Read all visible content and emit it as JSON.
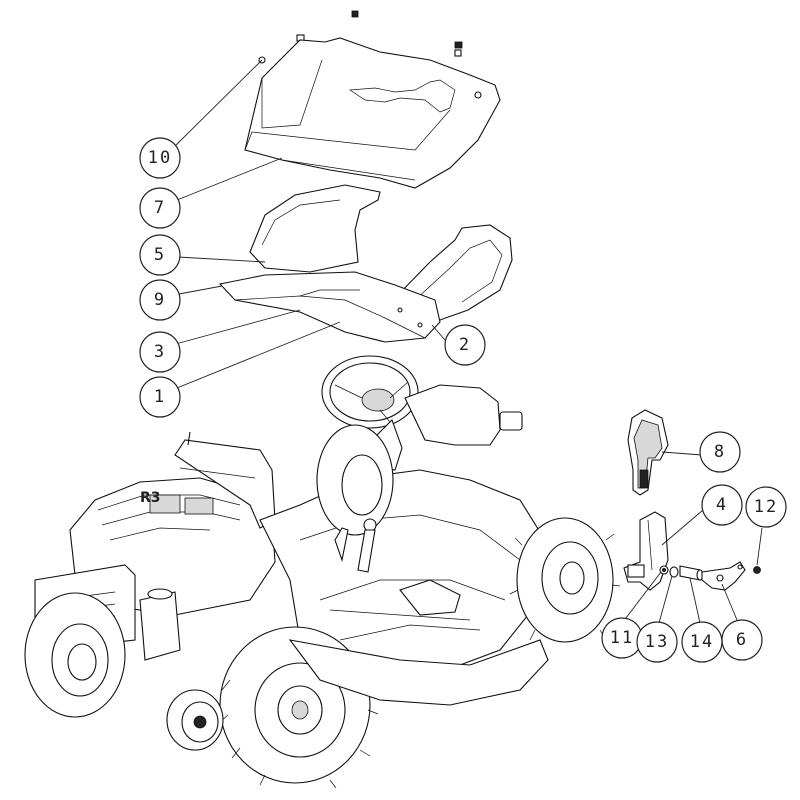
{
  "diagram": {
    "callouts": [
      {
        "id": "c10",
        "label": "10"
      },
      {
        "id": "c7",
        "label": "7"
      },
      {
        "id": "c5",
        "label": "5"
      },
      {
        "id": "c9",
        "label": "9"
      },
      {
        "id": "c3",
        "label": "3"
      },
      {
        "id": "c1",
        "label": "1"
      },
      {
        "id": "c2",
        "label": "2"
      },
      {
        "id": "c8",
        "label": "8"
      },
      {
        "id": "c4",
        "label": "4"
      },
      {
        "id": "c12",
        "label": "12"
      },
      {
        "id": "c11",
        "label": "11"
      },
      {
        "id": "c13",
        "label": "13"
      },
      {
        "id": "c14",
        "label": "14"
      },
      {
        "id": "c6",
        "label": "6"
      }
    ],
    "colors": {
      "line": "#111111",
      "background": "#ffffff",
      "shade": "#d8d8d8"
    },
    "mower_logo": "R3"
  }
}
